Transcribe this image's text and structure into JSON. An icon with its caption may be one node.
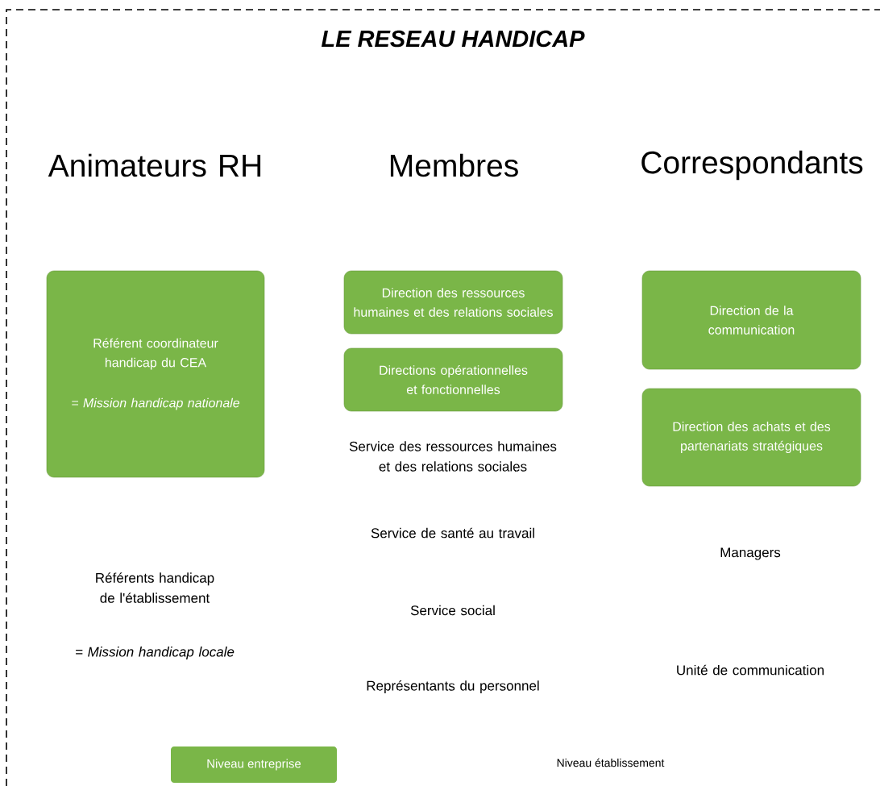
{
  "diagram": {
    "title": "LE RESEAU HANDICAP",
    "nodes": [
      {
        "text": [
          "Référent coordinateur handicap du CEA",
          "= Mission handicap nationale"
        ]
      },
      {
        "text": [
          "Direction des ressources humaines et des relations sociales"
        ]
      },
      {
        "text": [
          "Directions opérationnelles et fonctionnelles"
        ]
      },
      {
        "text": [
          "Direction de la communication"
        ]
      },
      {
        "text": [
          "Direction des achats et des partenariats stratégiques"
        ]
      }
    ],
    "labels": [
      "Animateurs RH",
      "Membres",
      "Correspondants",
      "Service des ressources humaines et des relations sociales",
      "Service de santé au travail",
      "Managers",
      "Référents handicap de l'établissement",
      "Service social",
      "= Mission handicap locale",
      "Unité de communication",
      "Représentants du personnel"
    ],
    "legend": [
      {
        "text": "Niveau entreprise",
        "color": "#7ab648"
      },
      {
        "text": "Niveau établissement"
      }
    ]
  }
}
